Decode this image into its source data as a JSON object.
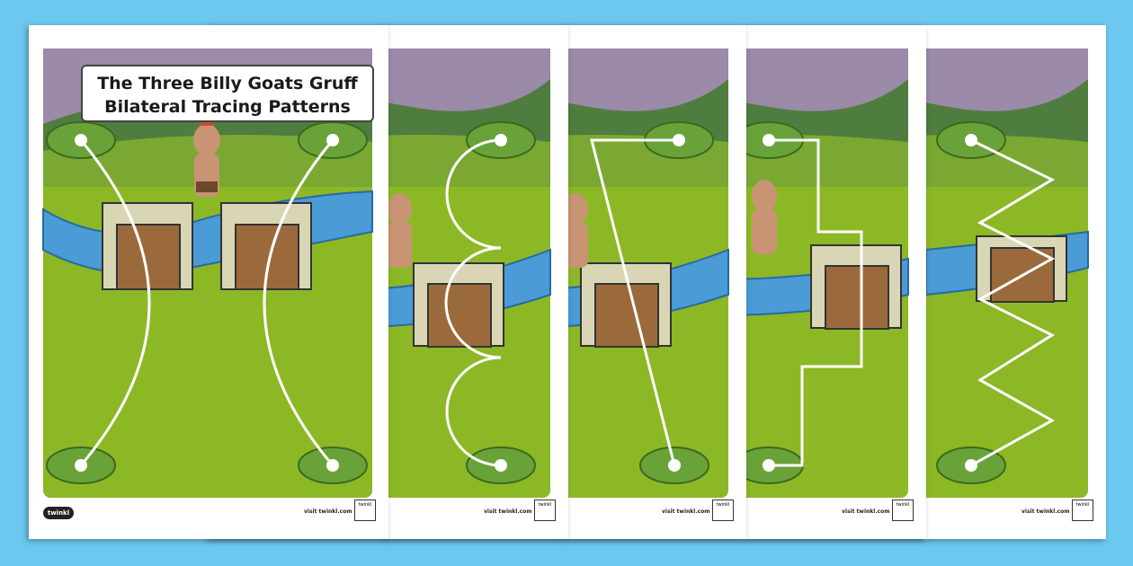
{
  "title_line1": "The Three Billy Goats Gruff",
  "title_line2": "Bilateral Tracing Patterns",
  "footer_url": "visit twinkl.com",
  "logo_text": "twinkl",
  "badge_text": "twinkl",
  "colors": {
    "background": "#6cc8ee",
    "grass": "#8cb826",
    "river": "#4a9bd6",
    "sky": "#9b8aa8",
    "trace_line": "#ffffff"
  },
  "sheets": [
    {
      "id": "sheet-1",
      "pattern": "curves"
    },
    {
      "id": "sheet-2",
      "pattern": "bumps"
    },
    {
      "id": "sheet-3",
      "pattern": "diagonal"
    },
    {
      "id": "sheet-4",
      "pattern": "steps"
    },
    {
      "id": "sheet-5",
      "pattern": "zigzag"
    }
  ]
}
